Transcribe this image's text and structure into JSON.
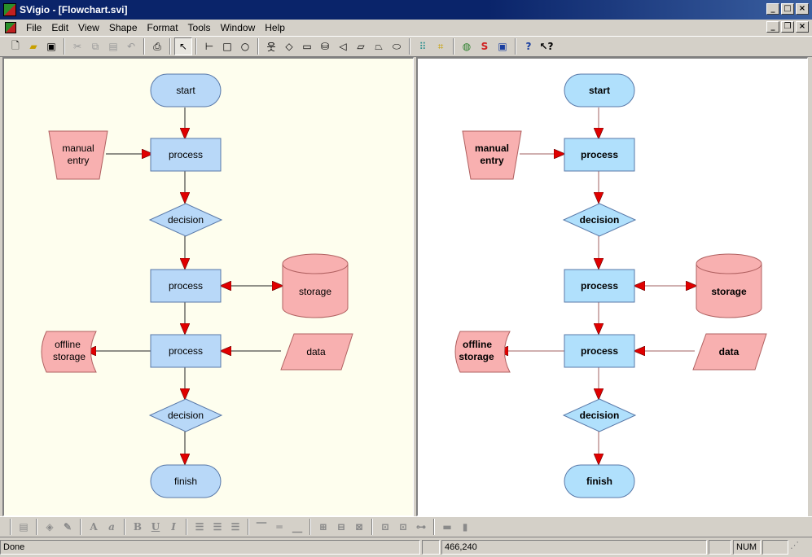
{
  "window": {
    "title": "SVigio - [Flowchart.svi]",
    "controls": [
      "minimize-icon",
      "maximize-icon",
      "close-icon"
    ]
  },
  "menubar": {
    "items": [
      "File",
      "Edit",
      "View",
      "Shape",
      "Format",
      "Tools",
      "Window",
      "Help"
    ]
  },
  "toolbar": {
    "buttons": [
      "new-icon",
      "open-icon",
      "save-icon",
      "cut-icon",
      "copy-icon",
      "paste-icon",
      "undo-icon",
      "print-icon",
      "pointer-icon",
      "line-icon",
      "rectangle-icon",
      "ellipse-icon",
      "person-icon",
      "diamond-icon",
      "callout-icon",
      "cylinder-icon",
      "stored-data-icon",
      "parallelogram-icon",
      "trapezoid-icon",
      "terminator-icon",
      "grid-icon",
      "snap-icon",
      "globe-icon",
      "svg-export-icon",
      "save-as-icon",
      "help-icon",
      "context-help-icon"
    ]
  },
  "flowchart": {
    "nodes": {
      "start": "start",
      "manual_entry_line1": "manual",
      "manual_entry_line2": "entry",
      "process1": "process",
      "decision1": "decision",
      "process2": "process",
      "storage": "storage",
      "process3": "process",
      "offline_storage_line1": "offline",
      "offline_storage_line2": "storage",
      "data": "data",
      "decision2": "decision",
      "finish": "finish"
    },
    "colors": {
      "blue_fill": "#b8d8f8",
      "blue_fill_right": "#b0e0fc",
      "blue_stroke": "#5878a8",
      "pink_fill": "#f8b0b0",
      "pink_stroke": "#b06060",
      "arrow_red": "#e00000",
      "left_bg": "#fefeee",
      "right_bg": "#ffffff"
    }
  },
  "format_toolbar": {
    "buttons": [
      "properties-icon",
      "fill-icon",
      "pen-icon",
      "font-icon",
      "font-style-icon",
      "bold-icon",
      "underline-icon",
      "italic-icon",
      "align-left-icon",
      "align-center-icon",
      "align-right-icon",
      "valign-top-icon",
      "valign-middle-icon",
      "valign-bottom-icon",
      "distribute-horizontal-icon",
      "distribute-vertical-icon",
      "space-evenly-icon",
      "group-icon",
      "ungroup-icon",
      "arrange-icon",
      "bring-front-icon",
      "send-back-icon"
    ]
  },
  "statusbar": {
    "message": "Done",
    "coordinates": "466,240",
    "num_indicator": "NUM"
  }
}
